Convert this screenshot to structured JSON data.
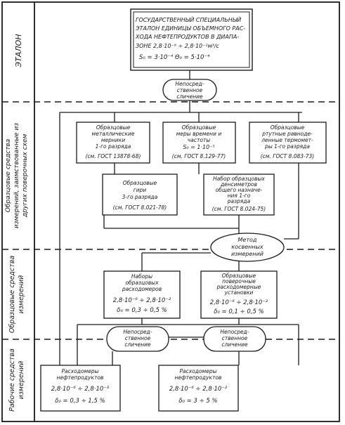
{
  "side_labels": {
    "standard": "ЭТАЛОН",
    "exemplary_other": [
      "Образцовые средства",
      "измерений, заимствованные из",
      "других поверочных схем"
    ],
    "exemplary": [
      "Образцовые средства",
      "измерений"
    ],
    "working": [
      "Рабочие средства",
      "измерений"
    ]
  },
  "standard_box": {
    "lines": [
      "ГОСУДАРСТВЕННЫЙ СПЕЦИАЛЬНЫЙ",
      "ЭТАЛОН ЕДИНИЦЫ ОБЪЕМНОГО РАС-",
      "ХОДА НЕФТЕПРОДУКТОВ В ДИАПА-",
      "ЗОНЕ   2,8·10⁻⁶ ÷ 2,8·10⁻²м³/с",
      "S₀ = 3·10⁻⁴          Θ₀ = 5·10⁻⁴"
    ]
  },
  "direct_comparison_top": [
    "Непосред-",
    "ственное",
    "сличение"
  ],
  "box_metal_measures": [
    "Образцовые",
    "металлические",
    "мерники",
    "1-го разряда",
    "(см. ГОСТ 13878-68)"
  ],
  "box_time_measures": [
    "Образцовые",
    "меры времени и",
    "частоты",
    "S₀ = 1·10⁻⁵",
    "(см. ГОСТ 8.129-77)"
  ],
  "box_thermometers": [
    "Образцовые",
    "ртутные равноде-",
    "ленные термомет-",
    "ры 1-го разряда",
    "(см. ГОСТ 8.083-73)"
  ],
  "box_scales": [
    "Образцовые",
    "гири",
    "3-го разряда",
    "(см. ГОСТ 8.021-78)"
  ],
  "box_densimeters": [
    "Набор образцовых",
    "денсиметров",
    "общего назначе-",
    "ния 1-го",
    "разряда",
    "(см. ГОСТ 8.024-75)"
  ],
  "indirect_method": [
    "Метод",
    "косвенных",
    "измерений"
  ],
  "box_flowmeter_sets": [
    "Наборы",
    "образцовых",
    "расходомеров",
    "2,8·10⁻⁶ ÷ 2,8·10⁻²",
    "δ₀ = 0,3 ÷ 0,5 %"
  ],
  "box_calibration_units": [
    "Образцовые",
    "поверочные",
    "расходомерные",
    "установки",
    "2,8·10⁻⁶ ÷ 2,8·10⁻²",
    "δ₀ = 0,1 ÷ 0,5 %"
  ],
  "direct_comparison_left": [
    "Непосред-",
    "ственное",
    "сличение"
  ],
  "direct_comparison_right": [
    "Непосред-",
    "ственное",
    "сличение"
  ],
  "box_working_left": [
    "Расходомеры",
    "нефтепродуктов",
    "2,8·10⁻⁶ ÷ 2,8·10⁻³",
    "δ₀ = 0,3 ÷ 1,5 %"
  ],
  "box_working_right": [
    "Расходомеры",
    "нефтепродуктов",
    "2,8·10⁻⁶ ÷ 2,8·10⁻²",
    "δ₀ = 3 ÷ 5 %"
  ]
}
